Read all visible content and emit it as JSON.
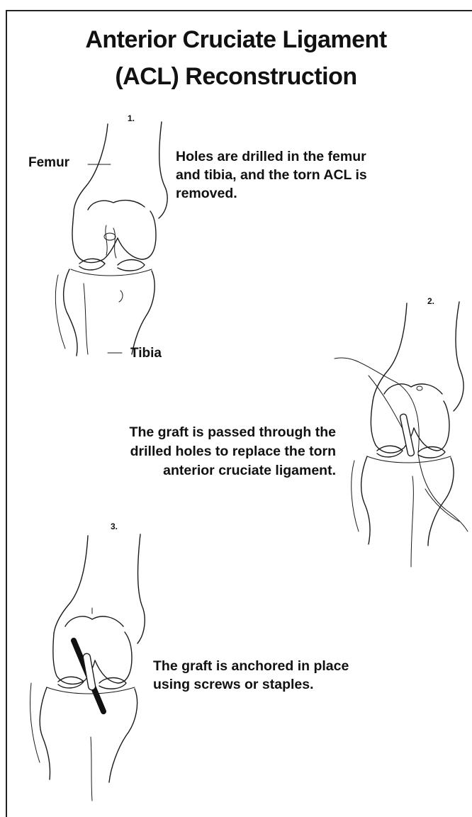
{
  "title": {
    "line1": "Anterior Cruciate Ligament",
    "line2": "(ACL) Reconstruction"
  },
  "step1": {
    "number": "1.",
    "text_lines": [
      "Holes are drilled in the femur",
      "and tibia, and the torn ACL is",
      "removed."
    ],
    "labels": {
      "femur": "Femur",
      "tibia": "Tibia"
    }
  },
  "step2": {
    "number": "2.",
    "text_lines": [
      "The graft is passed through the",
      "drilled holes to replace the torn",
      "anterior cruciate ligament."
    ]
  },
  "step3": {
    "number": "3.",
    "text_lines": [
      "The graft is anchored in place",
      "using screws or staples."
    ]
  }
}
